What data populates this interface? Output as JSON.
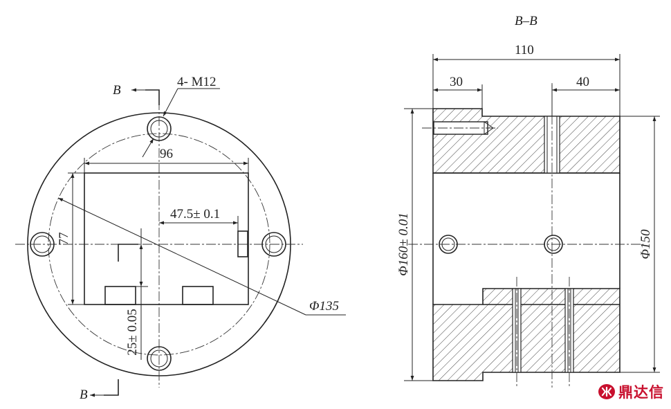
{
  "front_view": {
    "section_label_top": "B",
    "section_label_bottom": "B",
    "holes_label": "4- M12",
    "dim_width": "96",
    "dim_height": "77",
    "dim_offset": "47.5± 0.1",
    "dim_vertical": "25± 0.05",
    "dim_pcd": "Φ135"
  },
  "section_view": {
    "title": "B–B",
    "dim_total_width": "110",
    "dim_left_step": "30",
    "dim_right_step": "40",
    "dim_outer_dia": "Φ160± 0.01",
    "dim_inner_dia": "Φ150"
  },
  "watermark": {
    "text": "鼎达信"
  },
  "colors": {
    "line": "#222222",
    "watermark": "#c8102e"
  }
}
